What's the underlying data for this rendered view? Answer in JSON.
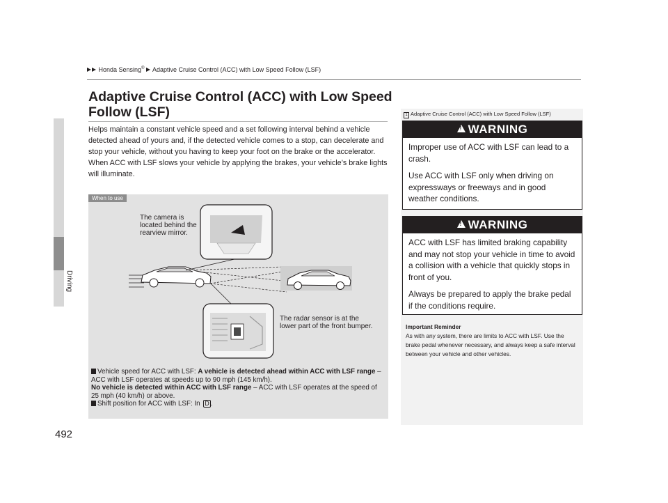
{
  "breadcrumb": {
    "part1": "Honda Sensing",
    "reg": "®",
    "part2": "Adaptive Cruise Control (ACC) with Low Speed Follow (LSF)"
  },
  "side_tab": {
    "label": "Driving"
  },
  "page_number": "492",
  "main": {
    "title": "Adaptive Cruise Control (ACC) with Low Speed Follow (LSF)",
    "intro_1": "Helps maintain a constant vehicle speed and a set following interval behind a vehicle detected ahead of yours and, if the detected vehicle comes to a stop, can decelerate and stop your vehicle, without you having to keep your foot on the brake or the accelerator.",
    "intro_2": "When ACC with LSF slows your vehicle by applying the brakes, your vehicle’s brake lights will illuminate."
  },
  "figure": {
    "tab_label": "When to use",
    "camera_caption": "The camera is located behind the rearview mirror.",
    "radar_caption": "The radar sensor is at the lower part of the front bumper.",
    "note1_label": "Vehicle speed for ACC with LSF: ",
    "note1_bold": "A vehicle is detected ahead within ACC with LSF range",
    "note1_text": " – ACC with LSF operates at speeds up to 90 mph (145 km/h).",
    "note2_bold": "No vehicle is detected within ACC with LSF range",
    "note2_text": " – ACC with LSF operates at the speed of 25 mph (40 km/h) or above.",
    "note3_label": "Shift position for ACC with LSF: In ",
    "note3_key": "D",
    "note3_end": "."
  },
  "sidebar": {
    "title": "Adaptive Cruise Control (ACC) with Low Speed Follow (LSF)",
    "note_icon": "1",
    "warning1": {
      "header": "WARNING",
      "p1": "Improper use of ACC with LSF can lead to a crash.",
      "p2": "Use ACC with LSF only when driving on expressways or freeways and in good weather conditions."
    },
    "warning2": {
      "header": "WARNING",
      "p1": "ACC with LSF has limited braking capability and may not stop your vehicle in time to avoid a collision with a vehicle that quickly stops in front of you.",
      "p2": "Always be prepared to apply the brake pedal if the conditions require."
    },
    "reminder_title": "Important Reminder",
    "reminder_text": "As with any system, there are limits to ACC with LSF. Use the brake pedal whenever necessary, and always keep a safe interval between your vehicle and other vehicles."
  }
}
